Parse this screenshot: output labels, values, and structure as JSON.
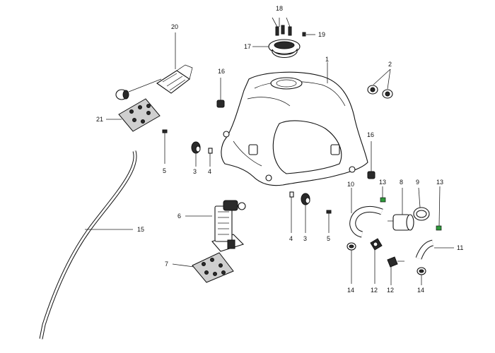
{
  "labels": {
    "p1": "1",
    "p2": "2",
    "p3a": "3",
    "p3b": "3",
    "p4a": "4",
    "p4b": "4",
    "p5a": "5",
    "p5b": "5",
    "p6": "6",
    "p7": "7",
    "p8": "8",
    "p9": "9",
    "p10": "10",
    "p11": "11",
    "p12a": "12",
    "p12b": "12",
    "p13a": "13",
    "p13b": "13",
    "p14a": "14",
    "p14b": "14",
    "p15": "15",
    "p16a": "16",
    "p16b": "16",
    "p17": "17",
    "p18": "18",
    "p19": "19",
    "p20": "20",
    "p21": "21"
  }
}
